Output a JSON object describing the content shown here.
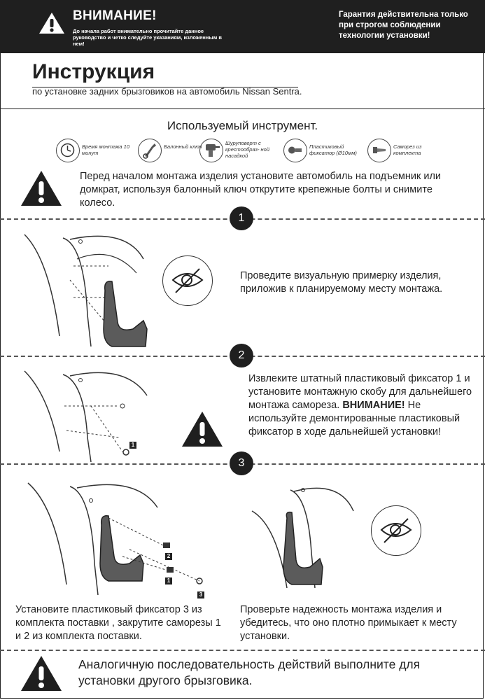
{
  "header": {
    "title": "ВНИМАНИЕ!",
    "subtitle": "До начала работ внимательно прочитайте данное руководство и четко следуйте указаниям, изложенным в нем!",
    "warranty": "Гарантия действительна только при строгом соблюдении технологии установки!"
  },
  "instruction": {
    "title": "Инструкция",
    "subtitle": "по установке задних брызговиков на автомобиль Nissan Sentra."
  },
  "tools": {
    "title": "Используемый инструмент.",
    "items": [
      {
        "label": "Время монтажа 10 минут",
        "icon": "clock-icon"
      },
      {
        "label": "Балонный ключ",
        "icon": "wrench-icon"
      },
      {
        "label": "Шуруповерт с крестообраз- ной насадкой",
        "icon": "screwdriver-icon"
      },
      {
        "label": "Пластиковый фиксатор (Ø10мм)",
        "icon": "fastener-icon"
      },
      {
        "label": "Саморез из комплекта",
        "icon": "screw-icon"
      }
    ]
  },
  "intro": "Перед началом монтажа изделия установите автомобиль  на подъемник или домкрат,  используя балонный ключ открутите крепежные болты и снимите колесо.",
  "steps": [
    {
      "number": "1",
      "text": "Проведите визуальную примерку изделия, приложив к планируемому месту монтажа."
    },
    {
      "number": "2",
      "text_before": "Извлеките штатный пластиковый фиксатор 1 и установите монтажную скобу для дальнейшего монтажа самореза.",
      "warning": "ВНИМАНИЕ!",
      "text_after": " Не используйте демонтированные пластиковый фиксатор в ходе дальнейшей установки!"
    },
    {
      "number": "3",
      "text_left": "Установите пластиковый фиксатор 3 из комплекта поставки , закрутите саморезы 1 и 2 из комплекта поставки.",
      "text_right": "Проверьте надежность монтажа изделия и убедитесь, что оно плотно примыкает к месту установки."
    }
  ],
  "callouts": {
    "one": "1",
    "two": "2",
    "three": "3"
  },
  "footer": "Аналогичную последовательность действий выполните для установки другого брызговика."
}
